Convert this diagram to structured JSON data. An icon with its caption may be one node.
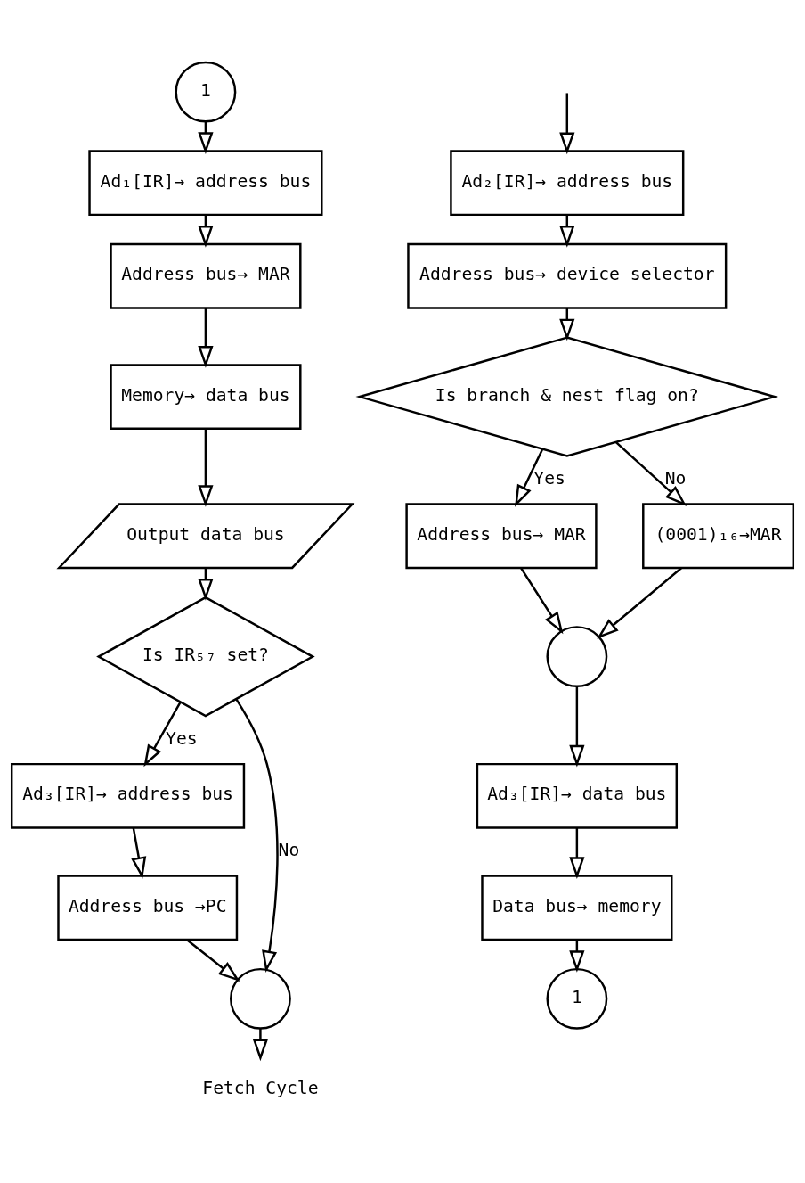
{
  "diagram": {
    "nodes": [
      {
        "text": [
          "1"
        ]
      },
      {
        "text": [
          "Ad₁[IR]→ address bus"
        ]
      },
      {
        "text": [
          "Address bus→ MAR"
        ]
      },
      {
        "text": [
          "Memory→ data bus"
        ]
      },
      {
        "text": [
          "Output data bus"
        ]
      },
      {
        "text": [
          "Is IR₅₇ set?"
        ]
      },
      {
        "text": [
          "Ad₃[IR]→ address bus"
        ]
      },
      {
        "text": [
          "Address bus →PC"
        ]
      },
      {
        "text": [],
        "shape": "circle"
      },
      {
        "text": [
          "Fetch Cycle"
        ]
      },
      {
        "text": [
          "Ad₂[IR]→ address bus"
        ]
      },
      {
        "text": [
          "Address bus→ device selector"
        ]
      },
      {
        "text": [
          "Is branch & nest flag on?"
        ]
      },
      {
        "text": [
          "Address bus→ MAR"
        ]
      },
      {
        "text": [
          "(0001)₁₆→MAR"
        ]
      },
      {
        "text": [],
        "shape": "circle"
      },
      {
        "text": [
          "Ad₃[IR]→ data bus"
        ]
      },
      {
        "text": [
          "Data bus→ memory"
        ]
      },
      {
        "text": [
          "1"
        ]
      }
    ],
    "edges": [
      {
        "from": 0,
        "to": 1,
        "arrow": "to"
      },
      {
        "from": 1,
        "to": 2,
        "arrow": "to"
      },
      {
        "from": 2,
        "to": 3,
        "arrow": "to"
      },
      {
        "from": 3,
        "to": 4,
        "arrow": "to"
      },
      {
        "from": 4,
        "to": 5,
        "arrow": "to"
      },
      {
        "from": 5,
        "to": 6,
        "arrow": "to",
        "label": "Yes"
      },
      {
        "from": 6,
        "to": 7,
        "arrow": "to"
      },
      {
        "from": 5,
        "to": 8,
        "arrow": "to",
        "label": "No"
      },
      {
        "from": 7,
        "to": 8,
        "arrow": "to"
      },
      {
        "from": 8,
        "to": 9,
        "arrow": "to"
      },
      {
        "from": null,
        "to": 10,
        "arrow": "to"
      },
      {
        "from": 10,
        "to": 11,
        "arrow": "to"
      },
      {
        "from": 11,
        "to": 12,
        "arrow": "to"
      },
      {
        "from": 12,
        "to": 13,
        "arrow": "to",
        "label": "Yes"
      },
      {
        "from": 12,
        "to": 14,
        "arrow": "to",
        "label": "No"
      },
      {
        "from": 13,
        "to": 15,
        "arrow": "to"
      },
      {
        "from": 14,
        "to": 15,
        "arrow": "to"
      },
      {
        "from": 15,
        "to": 16,
        "arrow": "to"
      },
      {
        "from": 16,
        "to": 17,
        "arrow": "to"
      },
      {
        "from": 17,
        "to": 18,
        "arrow": "to"
      }
    ]
  }
}
